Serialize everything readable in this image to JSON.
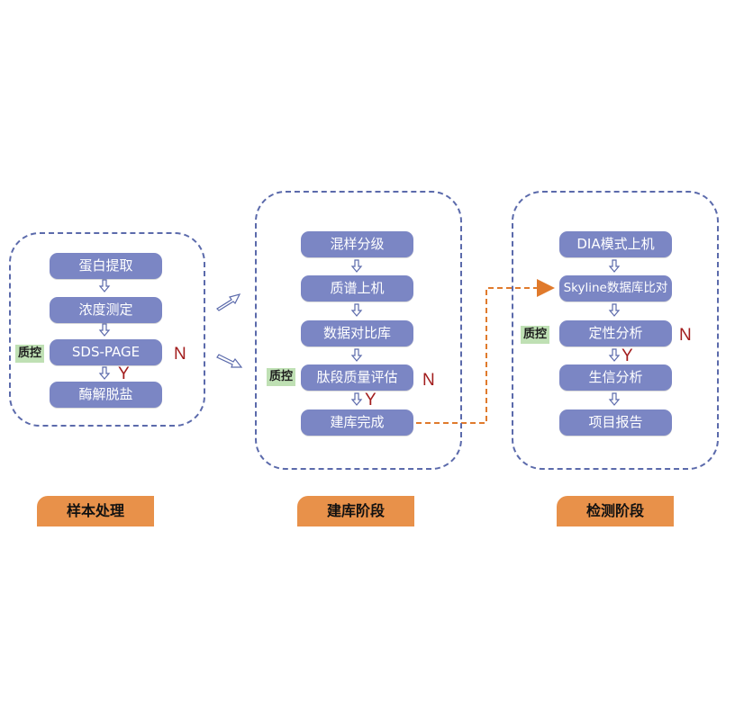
{
  "stages": [
    {
      "name": "样本处理",
      "nodes": [
        "蛋白提取",
        "浓度测定",
        "SDS-PAGE",
        "酶解脱盐"
      ],
      "qc_label": "质控",
      "no_label": "N",
      "yes_label": "Y"
    },
    {
      "name": "建库阶段",
      "nodes": [
        "混样分级",
        "质谱上机",
        "数据对比库",
        "肽段质量评估",
        "建库完成"
      ],
      "qc_label": "质控",
      "no_label": "N",
      "yes_label": "Y"
    },
    {
      "name": "检测阶段",
      "nodes": [
        "DIA模式上机",
        "Skyline数据库比对",
        "定性分析",
        "生信分析",
        "项目报告"
      ],
      "qc_label": "质控",
      "no_label": "N",
      "yes_label": "Y"
    }
  ],
  "colors": {
    "panel_border": "#5b6aab",
    "node_fill": "#7b86c4",
    "qc_fill": "#bfe0b4",
    "flag": "#a21d1d",
    "stage_fill": "#e8914a",
    "link": "#e07a2c"
  }
}
